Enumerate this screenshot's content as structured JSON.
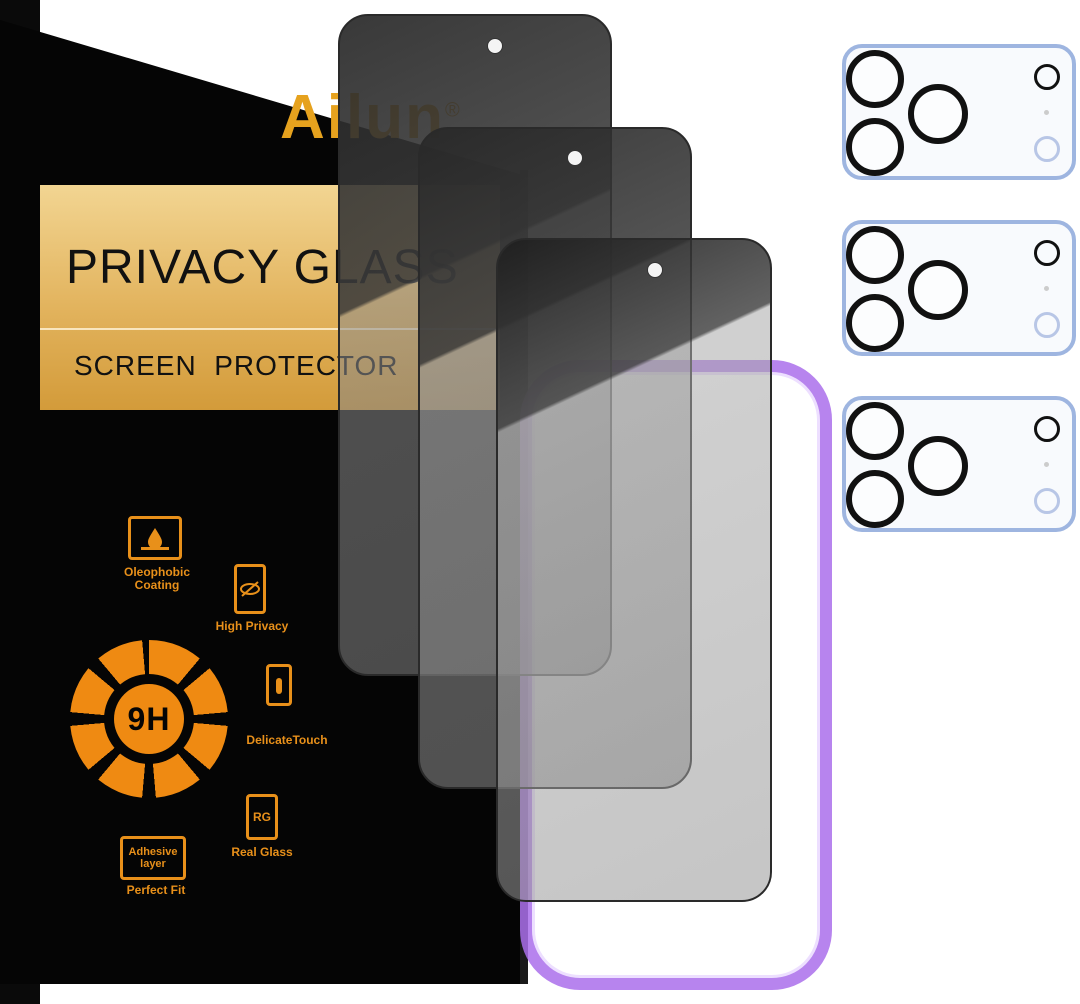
{
  "brand": {
    "name": "Ailun",
    "mark": "®"
  },
  "box": {
    "title": "PRIVACY GLASS",
    "subtitle": "SCREEN  PROTECTOR",
    "hardness": "9H"
  },
  "features": [
    {
      "label": "Oleophobic Coating",
      "icon": "oil-drop-icon"
    },
    {
      "label": "High Privacy",
      "icon": "eye-slash-icon"
    },
    {
      "label": "DelicateTouch",
      "icon": "finger-touch-icon"
    },
    {
      "label": "Real Glass",
      "icon": "rg-glass-icon",
      "icon_text": "RG"
    },
    {
      "label": "Perfect Fit",
      "icon": "adhesive-layer-icon",
      "icon_text": "Adhesive layer"
    }
  ],
  "colors": {
    "accent": "#E8901A",
    "gold": "#E2B35D",
    "box": "#050505",
    "frame": "#AA6EEB"
  },
  "product_counts": {
    "screen_protectors": 3,
    "camera_lens_protectors": 3,
    "alignment_frames": 1
  }
}
